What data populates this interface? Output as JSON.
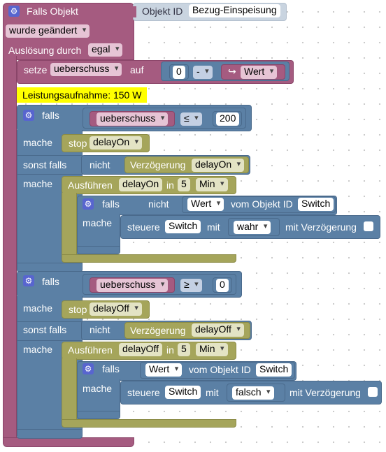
{
  "trigger": {
    "title": "Falls Objekt",
    "object_id_label": "Objekt ID",
    "object_id_value": "Bezug-Einspeisung",
    "condition": "wurde geändert",
    "trigger_label": "Auslösung durch",
    "trigger_value": "egal"
  },
  "setvar": {
    "label": "setze",
    "var": "ueberschuss",
    "to": "auf",
    "num": "0",
    "op": "-",
    "value_label": "Wert"
  },
  "comment": "Leistungsaufnahme: 150 W",
  "if1": {
    "falls": "falls",
    "var": "ueberschuss",
    "cmp": "≤",
    "num": "200",
    "mache": "mache",
    "stop": "stop",
    "stop_timer": "delayOn",
    "elseif": "sonst falls",
    "not": "nicht",
    "delay_label": "Verzögerung",
    "delay_timer": "delayOn",
    "mache2": "mache",
    "run": "Ausführen",
    "run_timer": "delayOn",
    "in": "in",
    "run_num": "5",
    "run_unit": "Min",
    "inner": {
      "falls": "falls",
      "not": "nicht",
      "value": "Wert",
      "from_obj": "vom Objekt ID",
      "obj": "Switch",
      "mache": "mache",
      "control": "steuere",
      "control_obj": "Switch",
      "with": "mit",
      "val": "wahr",
      "delay_text": "mit Verzögerung"
    }
  },
  "if2": {
    "falls": "falls",
    "var": "ueberschuss",
    "cmp": "≥",
    "num": "0",
    "mache": "mache",
    "stop": "stop",
    "stop_timer": "delayOff",
    "elseif": "sonst falls",
    "not": "nicht",
    "delay_label": "Verzögerung",
    "delay_timer": "delayOff",
    "mache2": "mache",
    "run": "Ausführen",
    "run_timer": "delayOff",
    "in": "in",
    "run_num": "5",
    "run_unit": "Min",
    "inner": {
      "falls": "falls",
      "value": "Wert",
      "from_obj": "vom Objekt ID",
      "obj": "Switch",
      "mache": "mache",
      "control": "steuere",
      "control_obj": "Switch",
      "with": "mit",
      "val": "falsch",
      "delay_text": "mit Verzögerung"
    }
  }
}
